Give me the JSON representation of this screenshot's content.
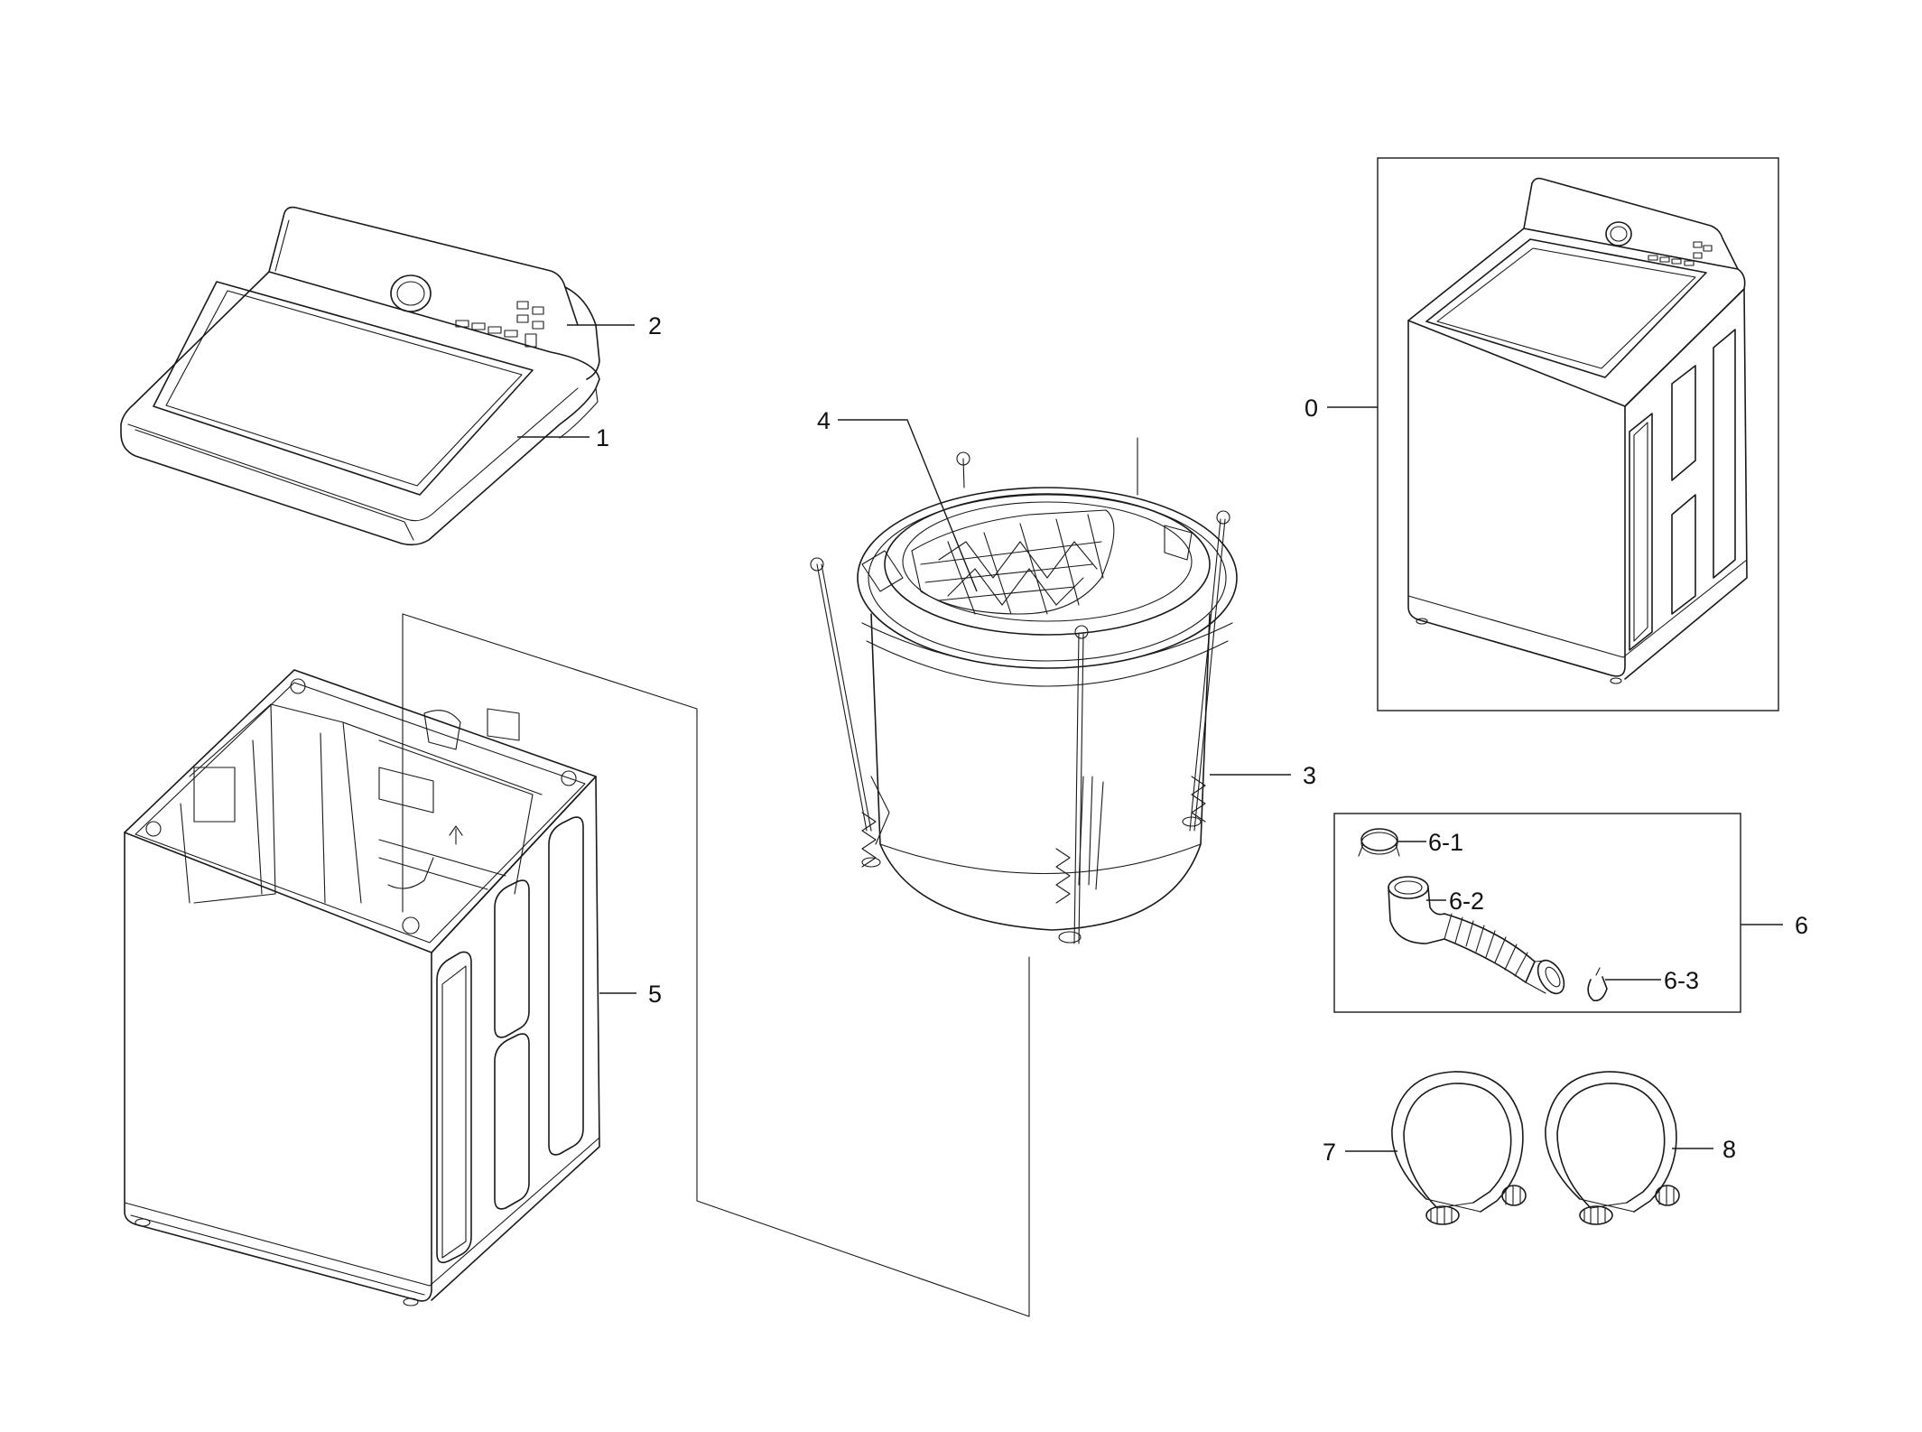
{
  "callouts": {
    "c0": "0",
    "c1": "1",
    "c2": "2",
    "c3": "3",
    "c4": "4",
    "c5": "5",
    "c6": "6",
    "c6_1": "6-1",
    "c6_2": "6-2",
    "c6_3": "6-3",
    "c7": "7",
    "c8": "8"
  },
  "parts": [
    {
      "label": "0",
      "name": "washer-assembly"
    },
    {
      "label": "1",
      "name": "top-cover-assembly"
    },
    {
      "label": "2",
      "name": "control-panel"
    },
    {
      "label": "3",
      "name": "tub-assembly"
    },
    {
      "label": "4",
      "name": "pulsator"
    },
    {
      "label": "5",
      "name": "cabinet"
    },
    {
      "label": "6",
      "name": "drain-hose-kit"
    },
    {
      "label": "6-1",
      "name": "hose-clamp"
    },
    {
      "label": "6-2",
      "name": "drain-hose"
    },
    {
      "label": "6-3",
      "name": "small-clamp"
    },
    {
      "label": "7",
      "name": "inlet-hose-hot"
    },
    {
      "label": "8",
      "name": "inlet-hose-cold"
    }
  ]
}
